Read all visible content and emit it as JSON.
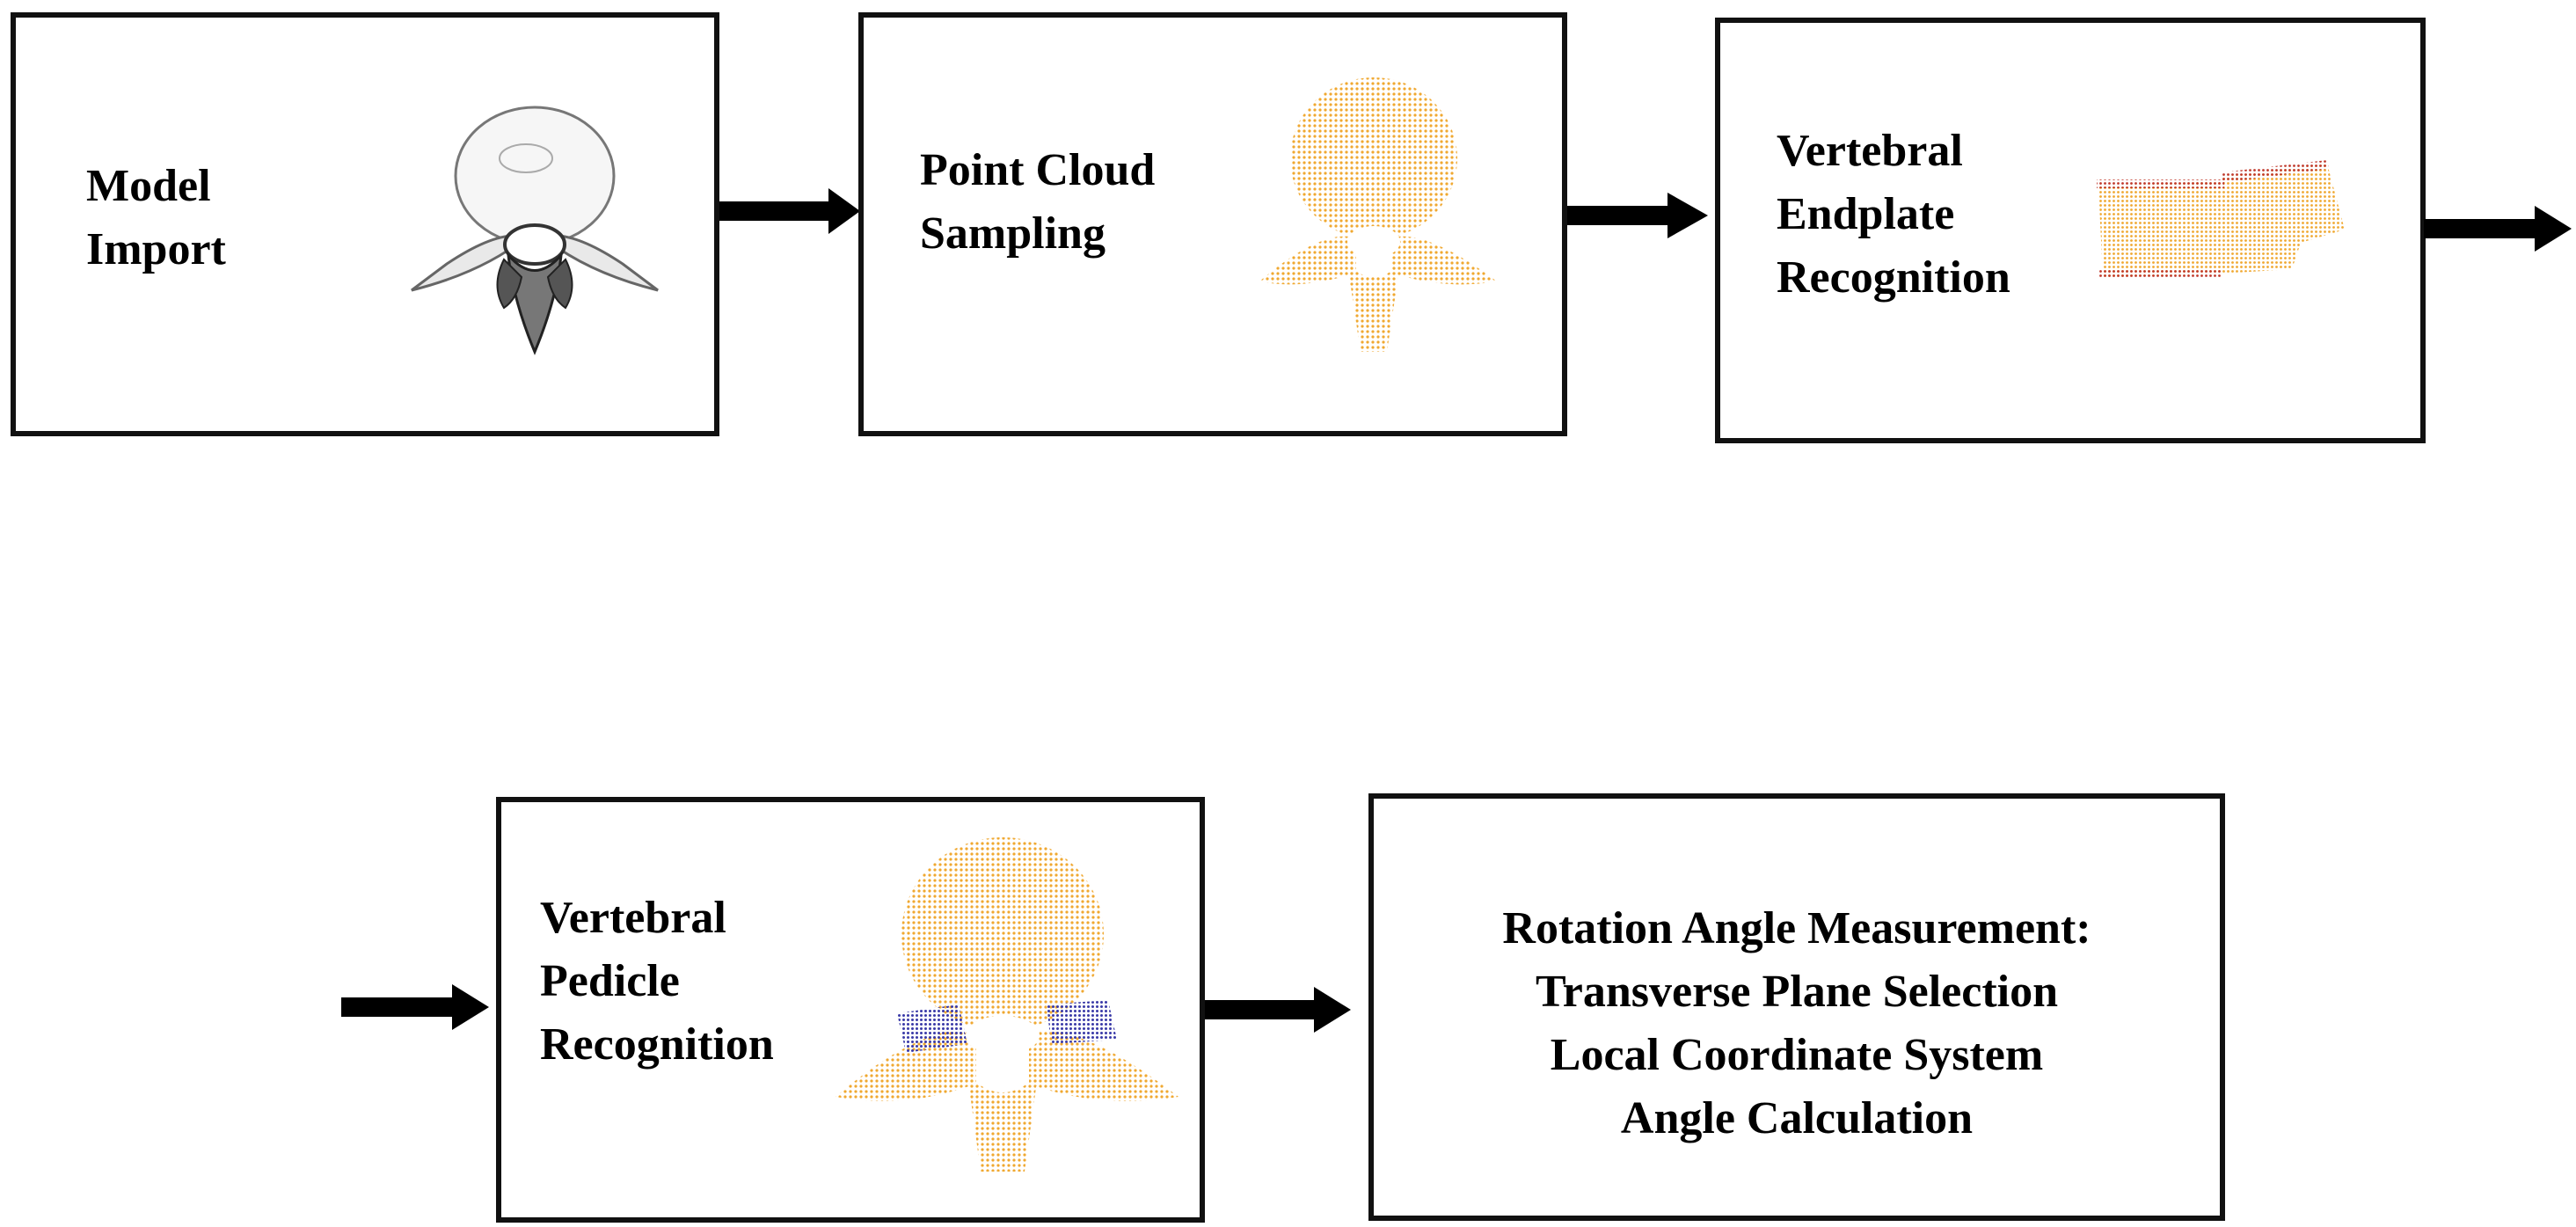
{
  "steps": [
    {
      "id": "model-import",
      "lines": [
        "Model",
        "Import"
      ]
    },
    {
      "id": "point-cloud-sampling",
      "lines": [
        "Point Cloud",
        "Sampling"
      ]
    },
    {
      "id": "vertebral-endplate-recognition",
      "lines": [
        "Vertebral",
        "Endplate",
        "Recognition"
      ]
    },
    {
      "id": "vertebral-pedicle-recognition",
      "lines": [
        "Vertebral",
        "Pedicle",
        "Recognition"
      ]
    },
    {
      "id": "rotation-angle-measurement",
      "lines": [
        "Rotation Angle Measurement:",
        "Transverse Plane Selection",
        "Local Coordinate System",
        "Angle Calculation"
      ]
    }
  ],
  "colors": {
    "box_border": "#111111",
    "arrow": "#000000",
    "point_cloud": "#f0a830",
    "endplate_points": "#c0392b",
    "pedicle_points": "#3a3aa8",
    "mesh_line": "#555555"
  },
  "icons": {
    "model": "vertebra-mesh-icon",
    "sampling": "vertebra-point-cloud-icon",
    "endplate": "endplate-point-cloud-icon",
    "pedicle": "pedicle-point-cloud-icon"
  }
}
